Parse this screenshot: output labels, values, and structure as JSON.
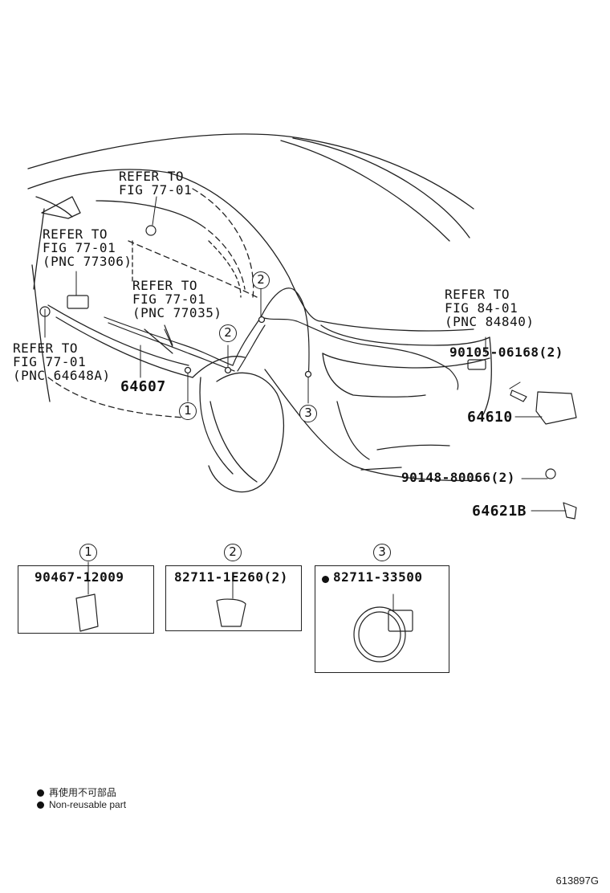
{
  "refs": {
    "top": "REFER TO\nFIG 77-01",
    "left_upper": "REFER TO\nFIG 77-01\n(PNC 77306)",
    "mid": "REFER TO\nFIG 77-01\n(PNC 77035)",
    "left_lower": "REFER TO\nFIG 77-01\n(PNC 64648A)",
    "right": "REFER TO\nFIG 84-01\n(PNC 84840)"
  },
  "parts": {
    "cable": "64607",
    "lock": "64610",
    "bolt_lock": "90105-06168(2)",
    "bolt_bracket": "90148-80066(2)",
    "bracket": "64621B"
  },
  "callouts": {
    "c1": "1",
    "c2": "2",
    "c3": "3"
  },
  "detail_boxes": [
    {
      "number": "1",
      "part": "90467-12009",
      "non_reusable": false
    },
    {
      "number": "2",
      "part": "82711-1E260(2)",
      "non_reusable": false
    },
    {
      "number": "3",
      "part": "82711-33500",
      "non_reusable": true
    }
  ],
  "legend": {
    "jp": "再使用不可部品",
    "en": "Non-reusable part"
  },
  "figure_id": "613897G"
}
